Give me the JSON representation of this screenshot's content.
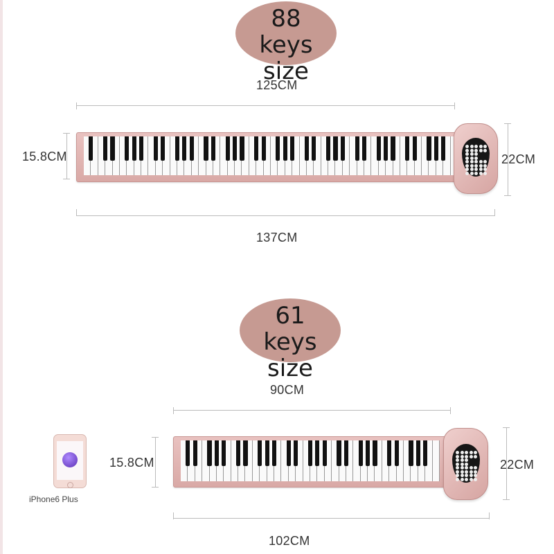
{
  "sections": [
    {
      "bubble_number": "88",
      "bubble_text": "keys size",
      "top_width": "125CM",
      "total_width": "137CM",
      "left_height": "15.8CM",
      "right_height": "22CM",
      "white_keys": 52
    },
    {
      "bubble_number": "61",
      "bubble_text": "keys size",
      "top_width": "90CM",
      "total_width": "102CM",
      "left_height": "15.8CM",
      "right_height": "22CM",
      "white_keys": 36
    }
  ],
  "phone": {
    "label": "iPhone6 Plus"
  },
  "colors": {
    "bubble": "#c69a92",
    "piano_body": "#e2b6b3",
    "dimension_line": "#bbbbbb"
  }
}
